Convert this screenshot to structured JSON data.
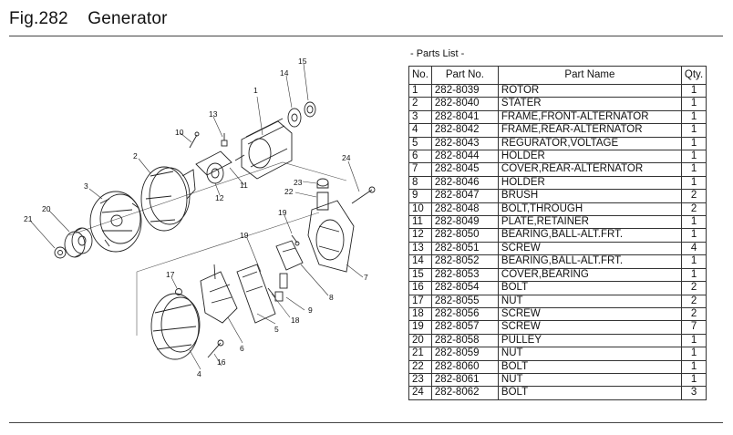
{
  "header": {
    "fig_number": "Fig.282",
    "title": "Generator"
  },
  "parts_list": {
    "caption": "- Parts List -",
    "columns": [
      "No.",
      "Part No.",
      "Part Name",
      "Qty."
    ],
    "rows": [
      [
        "1",
        "282-8039",
        "ROTOR",
        "1"
      ],
      [
        "2",
        "282-8040",
        "STATER",
        "1"
      ],
      [
        "3",
        "282-8041",
        "FRAME,FRONT-ALTERNATOR",
        "1"
      ],
      [
        "4",
        "282-8042",
        "FRAME,REAR-ALTERNATOR",
        "1"
      ],
      [
        "5",
        "282-8043",
        "REGURATOR,VOLTAGE",
        "1"
      ],
      [
        "6",
        "282-8044",
        "HOLDER",
        "1"
      ],
      [
        "7",
        "282-8045",
        "COVER,REAR-ALTERNATOR",
        "1"
      ],
      [
        "8",
        "282-8046",
        "HOLDER",
        "1"
      ],
      [
        "9",
        "282-8047",
        "BRUSH",
        "2"
      ],
      [
        "10",
        "282-8048",
        "BOLT,THROUGH",
        "2"
      ],
      [
        "11",
        "282-8049",
        "PLATE,RETAINER",
        "1"
      ],
      [
        "12",
        "282-8050",
        "BEARING,BALL-ALT.FRT.",
        "1"
      ],
      [
        "13",
        "282-8051",
        "SCREW",
        "4"
      ],
      [
        "14",
        "282-8052",
        "BEARING,BALL-ALT.FRT.",
        "1"
      ],
      [
        "15",
        "282-8053",
        "COVER,BEARING",
        "1"
      ],
      [
        "16",
        "282-8054",
        "BOLT",
        "2"
      ],
      [
        "17",
        "282-8055",
        "NUT",
        "2"
      ],
      [
        "18",
        "282-8056",
        "SCREW",
        "2"
      ],
      [
        "19",
        "282-8057",
        "SCREW",
        "7"
      ],
      [
        "20",
        "282-8058",
        "PULLEY",
        "1"
      ],
      [
        "21",
        "282-8059",
        "NUT",
        "1"
      ],
      [
        "22",
        "282-8060",
        "BOLT",
        "1"
      ],
      [
        "23",
        "282-8061",
        "NUT",
        "1"
      ],
      [
        "24",
        "282-8062",
        "BOLT",
        "3"
      ]
    ]
  },
  "diagram": {
    "callouts": [
      "1",
      "2",
      "3",
      "4",
      "5",
      "6",
      "7",
      "8",
      "9",
      "10",
      "11",
      "12",
      "13",
      "14",
      "15",
      "16",
      "17",
      "18",
      "19",
      "19",
      "20",
      "21",
      "22",
      "23",
      "24"
    ]
  }
}
